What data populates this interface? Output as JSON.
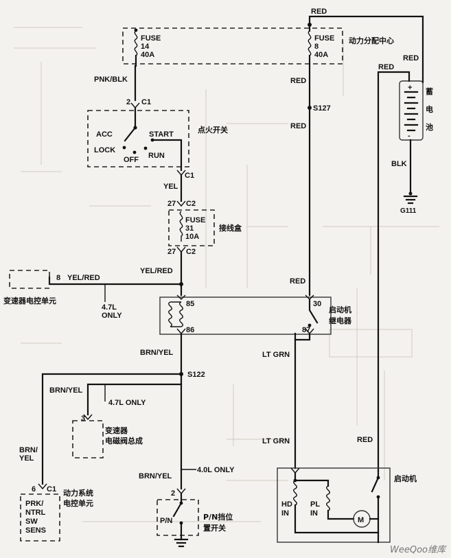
{
  "labels": {
    "red_top": "RED",
    "fuse14_name": "FUSE",
    "fuse14_num": "14",
    "fuse14_amp": "40A",
    "fuse8_name": "FUSE",
    "fuse8_num": "8",
    "fuse8_amp": "40A",
    "power_center": "动力分配中心",
    "red_batt": "RED",
    "red_batt2": "RED",
    "battery_cn": [
      "蓄",
      "电",
      "池"
    ],
    "pnk_blk": "PNK/BLK",
    "c1_top_pin": "2",
    "c1_top": "C1",
    "red_a": "RED",
    "s127": "S127",
    "red_b": "RED",
    "acc": "ACC",
    "start": "START",
    "lock": "LOCK",
    "off": "OFF",
    "run": "RUN",
    "ignition_cn": "点火开关",
    "blk": "BLK",
    "g111": "G111",
    "c1_mid": "C1",
    "yel": "YEL",
    "pin27a": "27",
    "c2a": "C2",
    "fuse31_name": "FUSE",
    "fuse31_num": "31",
    "fuse31_amp": "10A",
    "junction_cn": "接线盒",
    "pin27b": "27",
    "c2b": "C2",
    "yel_red_v": "YEL/RED",
    "pin8": "8",
    "yel_red_h": "YEL/RED",
    "tcm_cn": "变速器电控单元",
    "l47": "4.7L",
    "only_a": "ONLY",
    "red_c": "RED",
    "pin85": "85",
    "pin86": "86",
    "pin30": "30",
    "pin87": "87",
    "relay_cn": "启动机",
    "relay_cn2": "继电器",
    "brn_yel_a": "BRN/YEL",
    "lt_grn_a": "LT GRN",
    "s122": "S122",
    "brn_yel_b": "BRN/YEL",
    "l47_only": "4.7L  ONLY",
    "pin3": "3",
    "solenoid_cn": "变速器",
    "solenoid_cn2": "电磁阀总成",
    "brn_c": "BRN/",
    "yel_c": "YEL",
    "lt_grn_b": "LT GRN",
    "red_d": "RED",
    "brn_yel_d": "BRN/YEL",
    "l40_only": "4.0L  ONLY",
    "starter_cn": "启动机",
    "pin6": "6",
    "c1_pcm": "C1",
    "prk": "PRK/",
    "ntrl": "NTRL",
    "sw": "SW",
    "sens": "SENS",
    "pcm_cn": "动力系统",
    "pcm_cn2": "电控单元",
    "pin2": "2",
    "pn": "P/N",
    "pn_sw_cn": "P/N挡位",
    "pn_sw_cn2": "置开关",
    "hd": "HD",
    "in_a": "IN",
    "pl": "PL",
    "in_b": "IN",
    "motor": "M"
  },
  "watermark": "WeeQoo维库"
}
